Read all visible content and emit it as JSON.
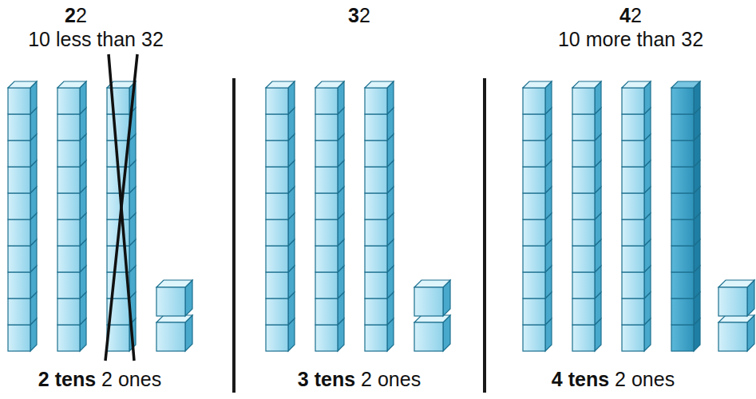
{
  "diagram": {
    "labels": [
      "22",
      "10 less than 32",
      "2 tens 2 ones",
      "32",
      "3 tens 2 ones",
      "42",
      "10 more than 32",
      "4 tens 2 ones"
    ]
  }
}
